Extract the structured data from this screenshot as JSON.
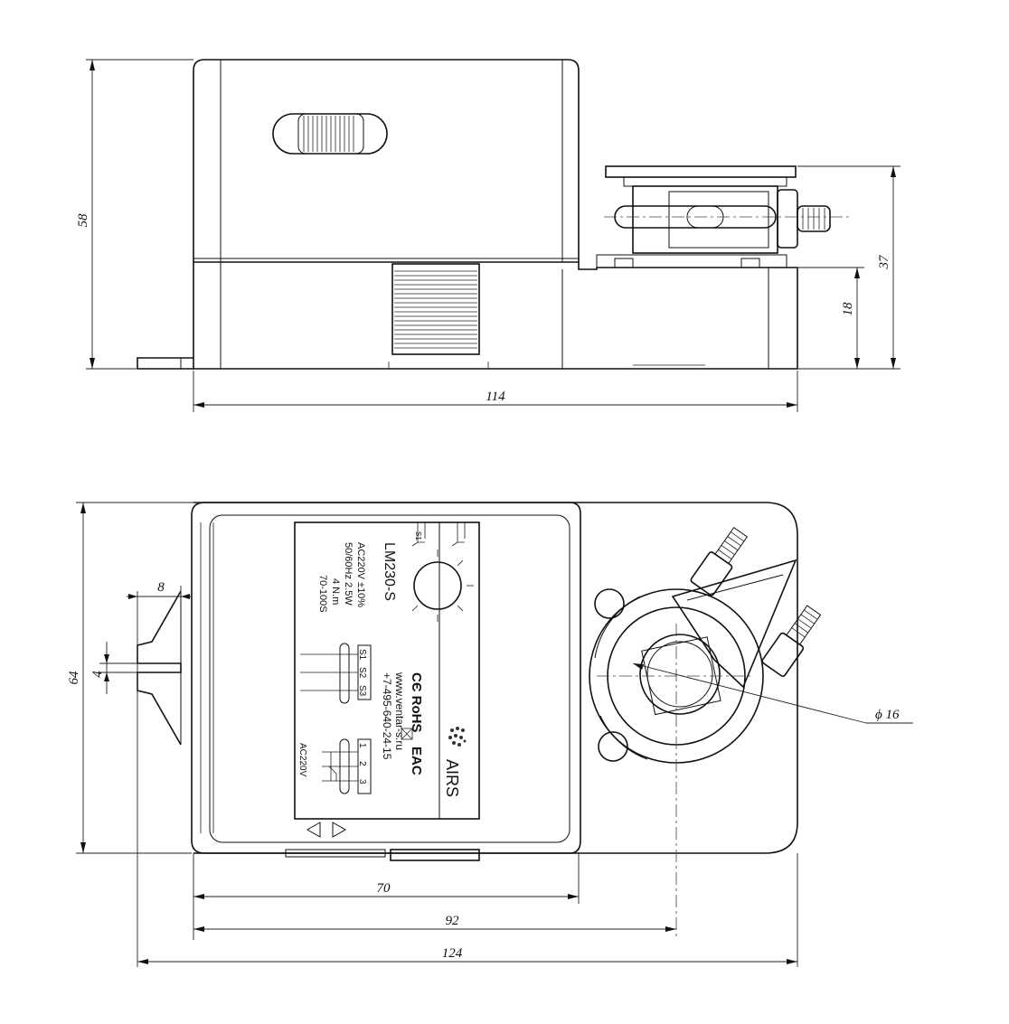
{
  "dimensions": {
    "height_58": "58",
    "length_114": "114",
    "height_37": "37",
    "height_18": "18",
    "width_64": "64",
    "tab_8": "8",
    "slot_4": "4",
    "length_70": "70",
    "length_92": "92",
    "length_124": "124",
    "shaft_dia": "ϕ 16"
  },
  "label": {
    "model": "LM230-S",
    "voltage": "AC220V ±10%",
    "frequency_power": "50/60Hz 2.5W",
    "torque": "4 N.m",
    "time": "70-100S",
    "switch_s1": "S1",
    "switch_s2": "S2",
    "switch_s3": "S3",
    "term_1": "1",
    "term_2": "2",
    "term_3": "3",
    "supply": "AC220V",
    "certs": "CЄ RoHS",
    "eac": "EAC",
    "website": "www.ventar-s.ru",
    "phone": "+7-495-640-24-15",
    "brand": "AIRS"
  }
}
